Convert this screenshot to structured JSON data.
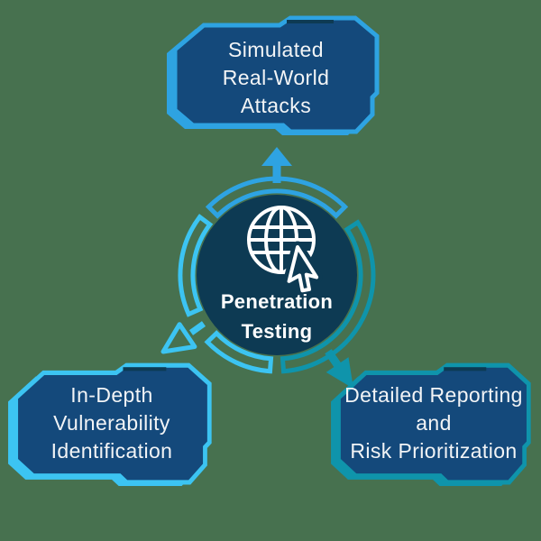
{
  "title": "Penetration Testing cycle diagram",
  "background": "#47714F",
  "palette": {
    "box_fill": "#14497B",
    "circle_fill": "#0D3A53",
    "blue": "#2EA3E2",
    "cyan": "#3CC4F2",
    "teal": "#0F94AB",
    "text": "#F2F4F6",
    "icon": "#FFFFFF",
    "slot": "#0D3A53"
  },
  "center": {
    "icon": "globe-with-cursor",
    "lines": [
      "Penetration",
      "Testing"
    ]
  },
  "nodes": {
    "top": {
      "lines": [
        "Simulated",
        "Real-World",
        "Attacks"
      ],
      "accent": "#2EA3E2"
    },
    "bottom_left": {
      "lines": [
        "In-Depth",
        "Vulnerability",
        "Identification"
      ],
      "accent": "#3CC4F2"
    },
    "bottom_right": {
      "lines": [
        "Detailed Reporting",
        "and",
        "Risk Prioritization"
      ],
      "accent": "#0F94AB"
    }
  },
  "arrows": [
    {
      "name": "cycle-arrow-top",
      "direction": "up",
      "color": "#2EA3E2"
    },
    {
      "name": "cycle-arrow-bottom-right",
      "direction": "down-right",
      "color": "#0F94AB"
    },
    {
      "name": "cycle-arrow-bottom-left",
      "direction": "down-left",
      "color": "#3CC4F2"
    }
  ]
}
